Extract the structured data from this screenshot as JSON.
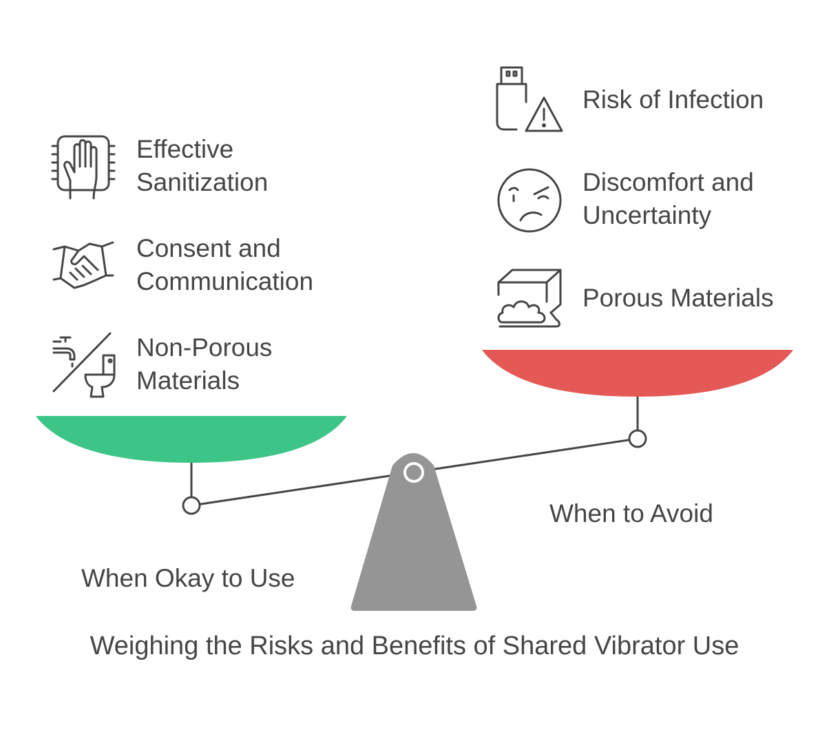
{
  "title": "Weighing the Risks and Benefits of Shared Vibrator Use",
  "left_side": {
    "caption": "When Okay to Use",
    "pan_color": "#3dc587",
    "items": [
      {
        "icon": "hand-sanitizing-icon",
        "line1": "Effective",
        "line2": "Sanitization"
      },
      {
        "icon": "handshake-icon",
        "line1": "Consent and",
        "line2": "Communication"
      },
      {
        "icon": "faucet-toilet-icon",
        "line1": "Non-Porous",
        "line2": "Materials"
      }
    ]
  },
  "right_side": {
    "caption": "When to Avoid",
    "pan_color": "#e45856",
    "items": [
      {
        "icon": "usb-warning-icon",
        "line1": "Risk of Infection",
        "line2": ""
      },
      {
        "icon": "frowning-face-icon",
        "line1": "Discomfort and",
        "line2": "Uncertainty"
      },
      {
        "icon": "porous-cube-icon",
        "line1": "Porous Materials",
        "line2": ""
      }
    ]
  },
  "colors": {
    "text": "#454545",
    "fulcrum": "#959595",
    "line": "#454545"
  }
}
